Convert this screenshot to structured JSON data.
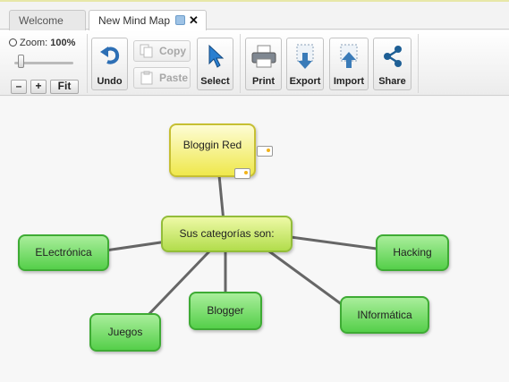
{
  "tabs": [
    {
      "label": "Welcome"
    },
    {
      "label": "New Mind Map"
    }
  ],
  "zoom": {
    "label": "Zoom:",
    "value": "100%",
    "minus": "–",
    "plus": "+",
    "fit": "Fit"
  },
  "toolbar": {
    "undo": "Undo",
    "copy": "Copy",
    "paste": "Paste",
    "select": "Select",
    "print": "Print",
    "export": "Export",
    "import": "Import",
    "share": "Share"
  },
  "mindmap": {
    "central": "Sus categorías son:",
    "parent": "Bloggin Red",
    "children": [
      "ELectrónica",
      "Juegos",
      "Blogger",
      "INformática",
      "Hacking"
    ]
  },
  "colors": {
    "node_green": "#55cf4a",
    "node_central": "#b2dd4c",
    "node_root": "#efe84c",
    "connector": "#666666"
  }
}
